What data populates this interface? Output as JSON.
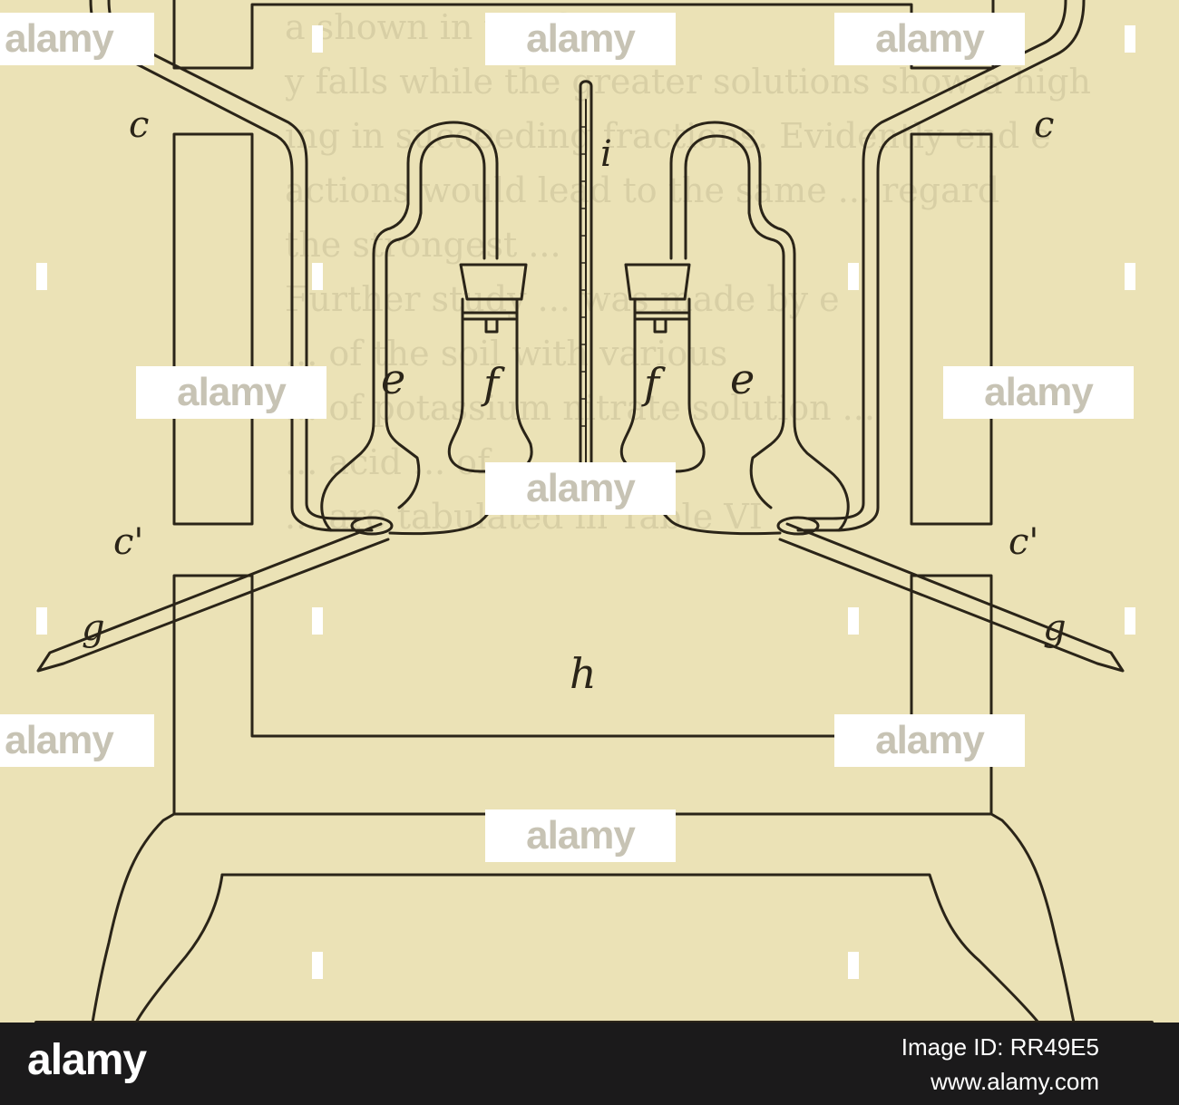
{
  "figure": {
    "background_color": "#ebe2b6",
    "line_color": "#2a2418",
    "labels": {
      "c_left": "c",
      "c_right": "c",
      "c_prime_left": "c'",
      "c_prime_right": "c'",
      "e_left": "e",
      "e_right": "e",
      "f_left": "f",
      "f_right": "f",
      "g_left": "g",
      "g_right": "g",
      "h": "h",
      "i": "i"
    }
  },
  "watermark": {
    "text": "alamy"
  },
  "stock_bar": {
    "brand": "alamy",
    "image_id": "Image ID: RR49E5",
    "url": "www.alamy.com"
  }
}
